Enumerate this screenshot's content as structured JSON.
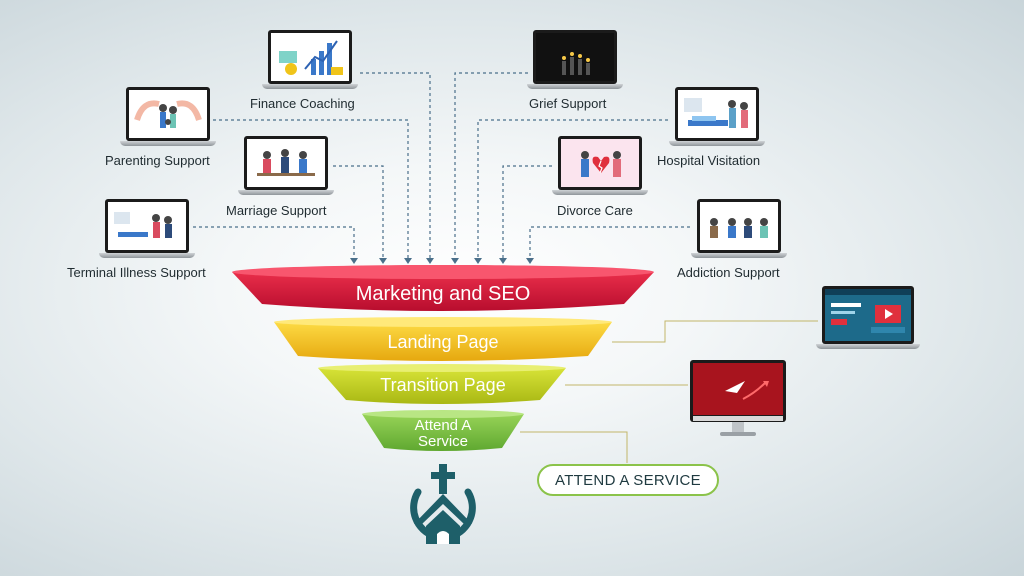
{
  "services": [
    {
      "label": "Finance Coaching",
      "icon": "finance-chart-icon"
    },
    {
      "label": "Grief Support",
      "icon": "candles-icon"
    },
    {
      "label": "Parenting Support",
      "icon": "family-hands-icon"
    },
    {
      "label": "Hospital Visitation",
      "icon": "hospital-bed-icon"
    },
    {
      "label": "Marriage Support",
      "icon": "counseling-couple-icon"
    },
    {
      "label": "Divorce Care",
      "icon": "broken-heart-icon"
    },
    {
      "label": "Terminal Illness Support",
      "icon": "patient-care-icon"
    },
    {
      "label": "Addiction Support",
      "icon": "group-therapy-icon"
    }
  ],
  "funnel": [
    {
      "label": "Marketing and SEO",
      "color": "#d4133a"
    },
    {
      "label": "Landing Page",
      "color": "#f0c419"
    },
    {
      "label": "Transition Page",
      "color": "#c5d21c"
    },
    {
      "label_line1": "Attend A",
      "label_line2": "Service",
      "color": "#7cc242"
    }
  ],
  "outputs": {
    "landing_icon": "landing-page-laptop-icon",
    "transition_icon": "transition-page-monitor-icon",
    "attend_label": "ATTEND A SERVICE"
  },
  "logo": {
    "icon": "church-cross-logo-icon",
    "color": "#1e5f69"
  }
}
